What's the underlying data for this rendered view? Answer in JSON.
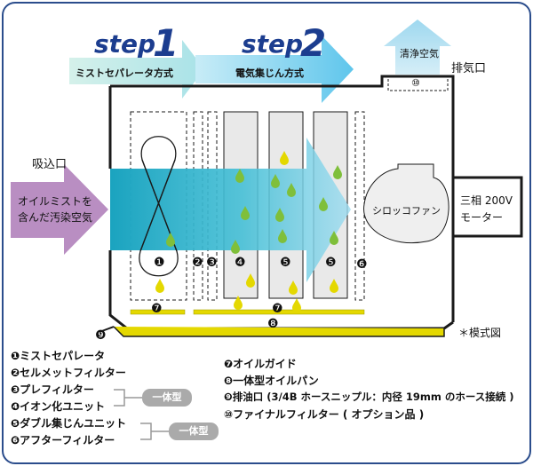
{
  "steps": [
    {
      "word": "step",
      "number": "1",
      "method": "ミストセパレータ方式"
    },
    {
      "word": "step",
      "number": "2",
      "method": "電気集じん方式"
    }
  ],
  "labels": {
    "clean_air": "清浄空気",
    "exhaust": "排気口",
    "intake": "吸込口",
    "inlet_air_line1": "オイルミストを",
    "inlet_air_line2": "含んだ汚染空気",
    "fan": "シロッコファン",
    "motor_line1": "三相 200V",
    "motor_line2": "モーター",
    "schematic": "＊模式図"
  },
  "markers": {
    "m1": "❶",
    "m2": "❷",
    "m3": "❸",
    "m4": "❹",
    "m5": "❺",
    "m6": "❻",
    "m7": "❼",
    "m8": "❽",
    "m9": "❾",
    "m10": "⑩"
  },
  "legend_left": [
    {
      "marker": "❶",
      "text": "ミストセパレータ"
    },
    {
      "marker": "❷",
      "text": "セルメットフィルター"
    },
    {
      "marker": "❸",
      "text": "プレフィルター"
    },
    {
      "marker": "❹",
      "text": "イオン化ユニット"
    },
    {
      "marker": "❺",
      "text": "ダブル集じんユニット"
    },
    {
      "marker": "❻",
      "text": "アフターフィルター"
    }
  ],
  "legend_right": [
    {
      "marker": "❼",
      "text": "オイルガイド"
    },
    {
      "marker": "❽",
      "text": "一体型オイルパン"
    },
    {
      "marker": "❾",
      "text": "排油口 (3/4B ホースニップル：内径 19mm のホース接続 )"
    },
    {
      "marker": "⑩",
      "text": "ファイナルフィルター ( オプション品 )"
    }
  ],
  "groups": [
    "一体型",
    "一体型"
  ],
  "colors": {
    "frame": "#1a1a1a",
    "step_text": "#1c3d8f",
    "arrow_cyan": "#29b6cc",
    "inlet_purple": "#b98ec2",
    "oil_yellow": "#e4d800",
    "drop_green": "#7fbf3a",
    "panel_gray": "#e9e9e9"
  },
  "icons": [
    "oil-drop-icon",
    "separator-icon",
    "sirocco-fan-icon"
  ]
}
